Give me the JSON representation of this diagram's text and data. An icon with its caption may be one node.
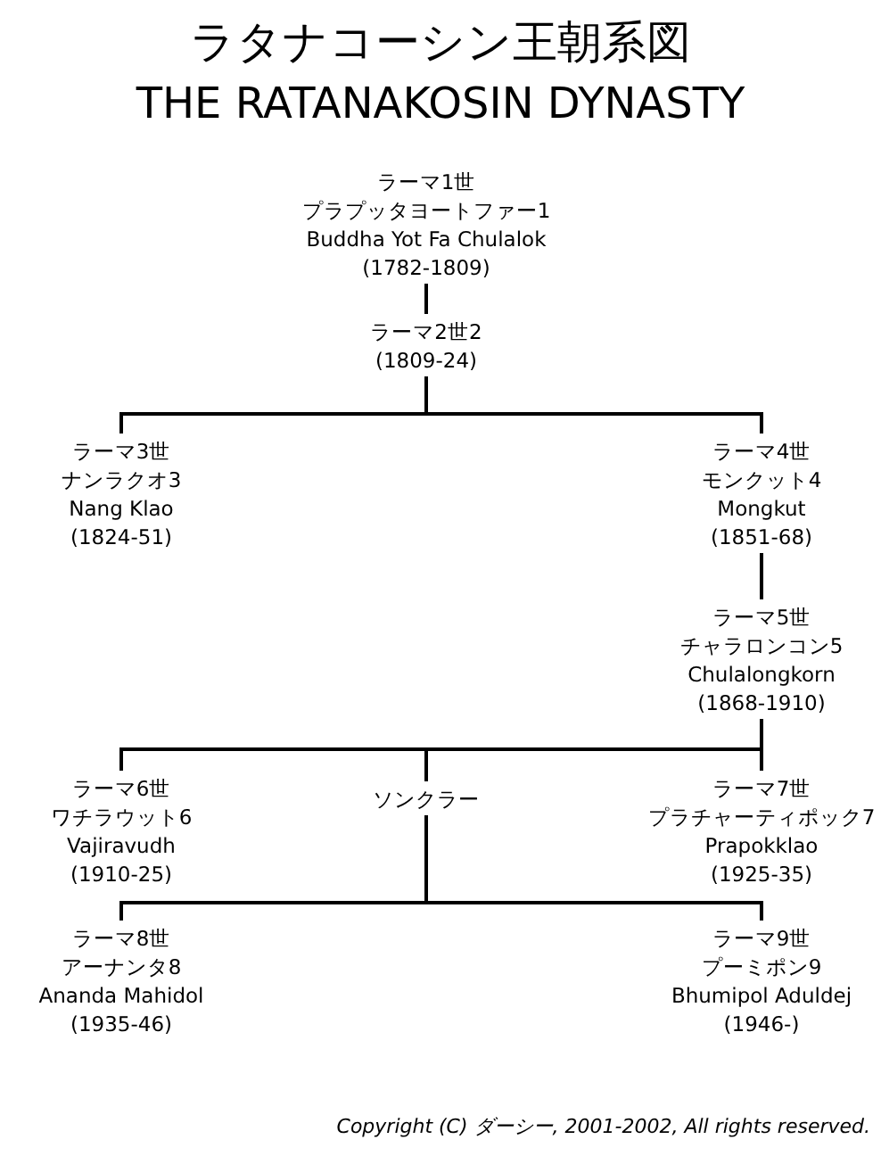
{
  "diagram": {
    "title": "ラタナコーシン王朝系図",
    "nodes": [
      {
        "text": [
          "ラーマ1世",
          "プラプッタヨートファー1",
          "Buddha Yot Fa Chulalok",
          "(1782-1809)"
        ]
      },
      {
        "text": [
          "ラーマ2世2",
          "(1809-24)"
        ]
      },
      {
        "text": [
          "ラーマ3世",
          "ナンラクオ3",
          "Nang Klao",
          "(1824-51)"
        ]
      },
      {
        "text": [
          "ラーマ4世",
          "モンクット4",
          "Mongkut",
          "(1851-68)"
        ]
      },
      {
        "text": [
          "ラーマ5世",
          "チャラロンコン5",
          "Chulalongkorn",
          "(1868-1910)"
        ]
      },
      {
        "text": [
          "ラーマ6世",
          "ワチラウット6",
          "Vajiravudh",
          "(1910-25)"
        ]
      },
      {
        "text": [
          "ラーマ7世",
          "プラチャーティポック7",
          "Prapokklao",
          "(1925-35)"
        ]
      },
      {
        "text": [
          "ソンクラー"
        ]
      },
      {
        "text": [
          "ラーマ8世",
          "アーナンタ8",
          "Ananda Mahidol",
          "(1935-46)"
        ]
      },
      {
        "text": [
          "ラーマ9世",
          "プーミポン9",
          "Bhumipol Aduldej",
          "(1946-)"
        ]
      }
    ],
    "edges": [
      {
        "from": 0,
        "to": 1,
        "arrow": "none"
      },
      {
        "from": 1,
        "to": 2,
        "arrow": "none"
      },
      {
        "from": 1,
        "to": 3,
        "arrow": "none"
      },
      {
        "from": 3,
        "to": 4,
        "arrow": "none"
      },
      {
        "from": 4,
        "to": 5,
        "arrow": "none"
      },
      {
        "from": 4,
        "to": 6,
        "arrow": "none"
      },
      {
        "from": 4,
        "to": 7,
        "arrow": "none"
      },
      {
        "from": 7,
        "to": 8,
        "arrow": "none"
      },
      {
        "from": 7,
        "to": 9,
        "arrow": "none"
      }
    ],
    "labels": [
      "THE RATANAKOSIN DYNASTY",
      "Copyright (C) ダーシー, 2001-2002, All rights reserved."
    ]
  }
}
